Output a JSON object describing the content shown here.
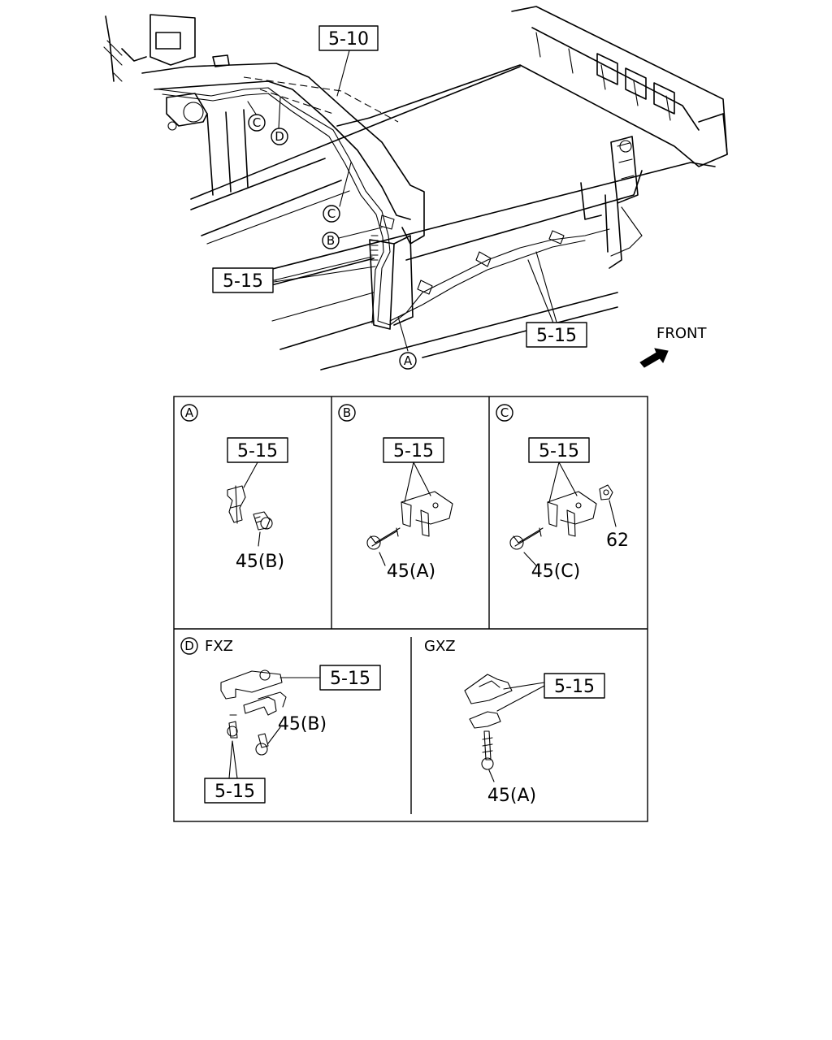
{
  "callouts": {
    "ref_5_10": "5-10",
    "ref_5_15": "5-15",
    "front": "FRONT",
    "A": "A",
    "B": "B",
    "C": "C",
    "D": "D"
  },
  "detail_panels": {
    "A": {
      "marker": "A",
      "ref": "5-15",
      "part": "45(B)"
    },
    "B": {
      "marker": "B",
      "ref": "5-15",
      "part": "45(A)"
    },
    "C": {
      "marker": "C",
      "ref": "5-15",
      "part": "45(C)",
      "part2": "62"
    },
    "D": {
      "marker": "D",
      "title": "FXZ",
      "ref_top": "5-15",
      "ref_bottom": "5-15",
      "part": "45(B)"
    },
    "GXZ": {
      "title": "GXZ",
      "ref": "5-15",
      "part": "45(A)"
    }
  },
  "colors": {
    "ink": "#000000",
    "paper": "#ffffff"
  }
}
